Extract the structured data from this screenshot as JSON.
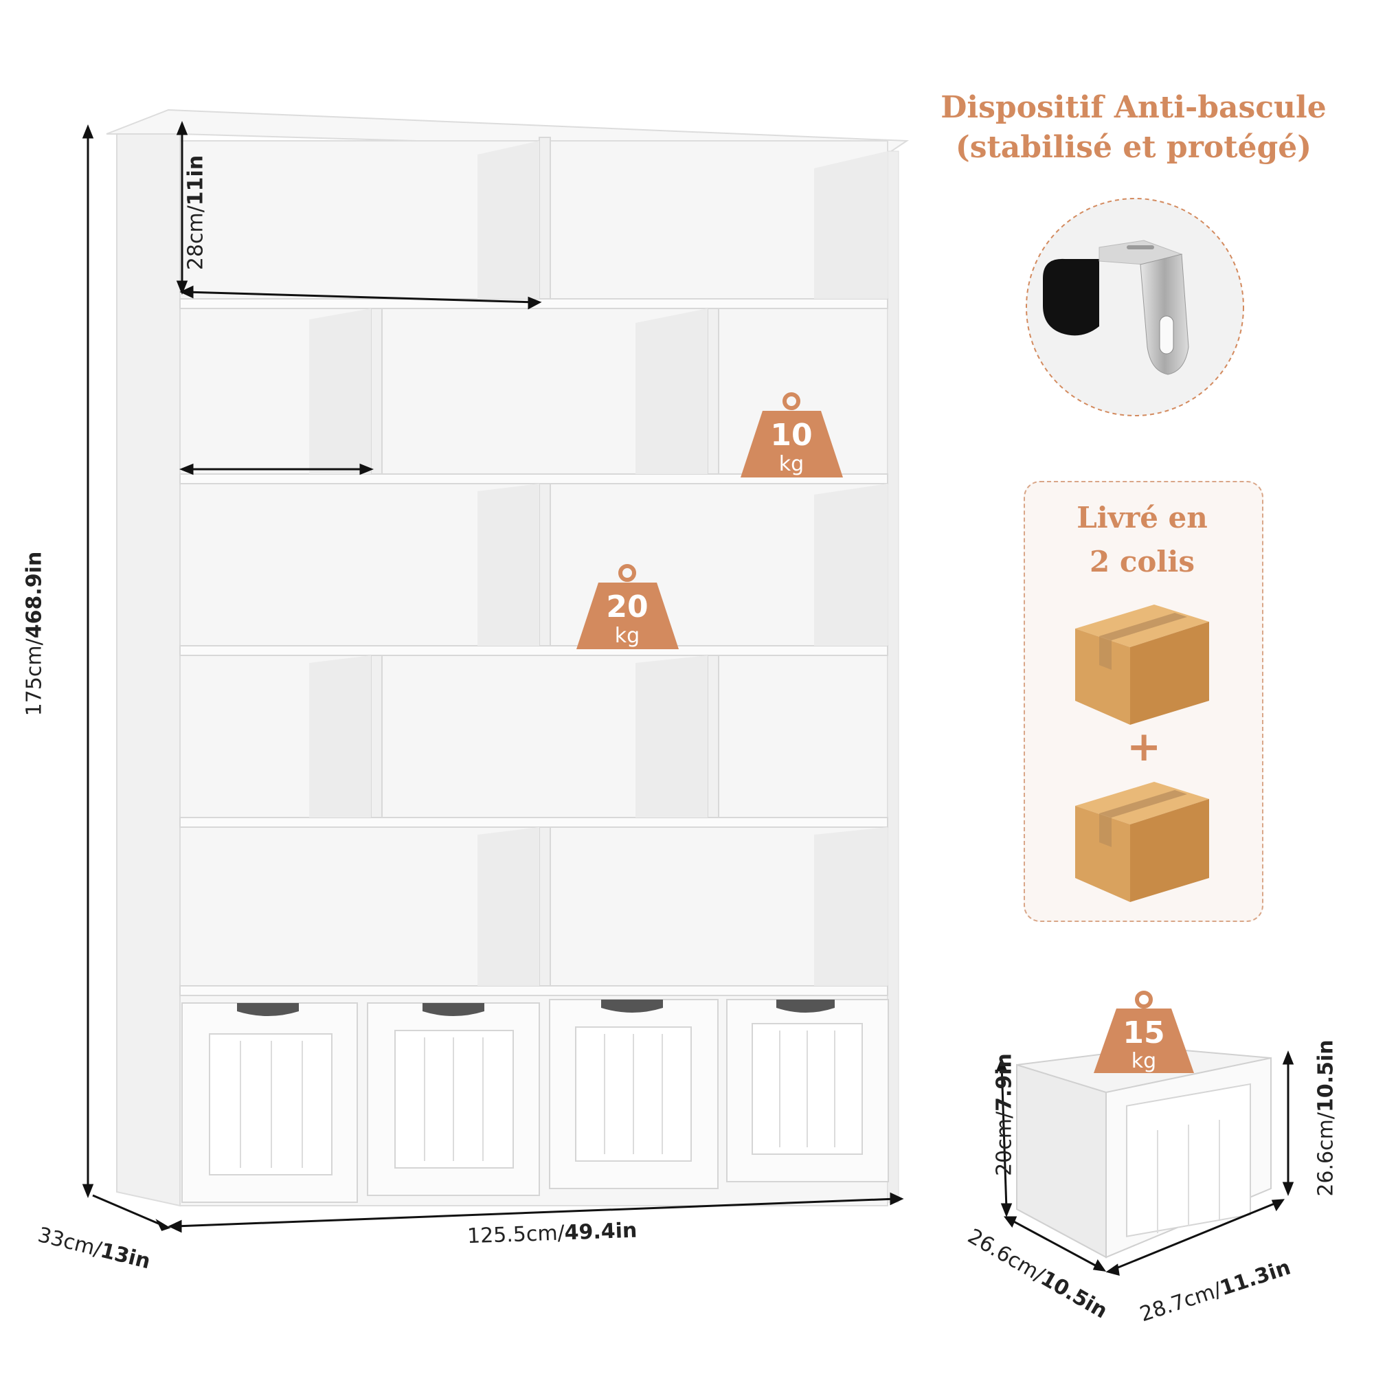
{
  "dimensions": {
    "height": {
      "cm": "175cm/",
      "in": "468.9in"
    },
    "shelf_height": {
      "cm": "28cm/",
      "in": "11in"
    },
    "depth": {
      "cm": "33cm/",
      "in": "13in"
    },
    "width": {
      "cm": "125.5cm/",
      "in": "49.4in"
    }
  },
  "weights": [
    {
      "value": "10",
      "unit": "kg"
    },
    {
      "value": "20",
      "unit": "kg"
    },
    {
      "value": "15",
      "unit": "kg"
    }
  ],
  "anti_tip": {
    "line1": "Dispositif Anti-bascule",
    "line2": "(stabilisé et protégé)"
  },
  "delivery": {
    "line1": "Livré en",
    "line2": "2 colis",
    "plus": "+"
  },
  "bin_dimensions": {
    "inner_height": {
      "cm": "20cm/",
      "in": "7.9in"
    },
    "outer_height": {
      "cm": "26.6cm/",
      "in": "10.5in"
    },
    "depth": {
      "cm": "26.6cm/",
      "in": "10.5in"
    },
    "width": {
      "cm": "28.7cm/",
      "in": "11.3in"
    }
  },
  "colors": {
    "accent": "#d38a5e",
    "weight_badge": "#d38a5e",
    "cardboard": "#d9a25e"
  }
}
